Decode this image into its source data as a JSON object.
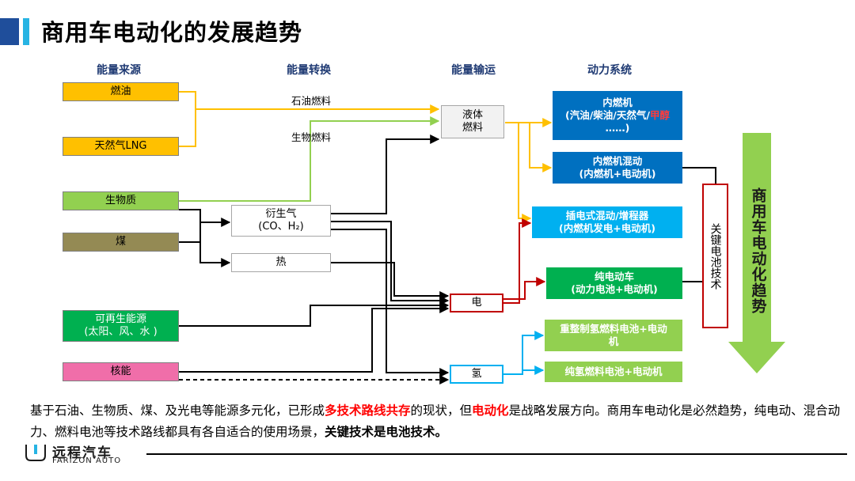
{
  "header": {
    "title": "商用车电动化的发展趋势"
  },
  "columns": [
    "能量来源",
    "能量转换",
    "能量输运",
    "动力系统"
  ],
  "sources": [
    "燃油",
    "天然气LNG",
    "生物质",
    "煤",
    "可再生能源\n(太阳、风、水 )",
    "核能"
  ],
  "conversions": {
    "syngas_line1": "衍生气",
    "syngas_line2": "(CO、H₂)",
    "heat": "热"
  },
  "transport": {
    "liquid_fuel": "液体\n燃料",
    "electric": "电",
    "hydrogen": "氢"
  },
  "labels": {
    "petroleum_fuel": "石油燃料",
    "bio_fuel": "生物燃料"
  },
  "powertrains": {
    "ice_line1": "内燃机",
    "ice_line2": "(汽油/柴油/天然气/",
    "ice_red": "甲醇",
    "ice_tail": "……)",
    "hybrid": "内燃机混动\n(内燃机+电动机)",
    "plugin": "插电式混动/增程器\n(内燃机发电+电动机)",
    "bev": "纯电动车\n(动力电池+电动机)",
    "reformed_fc": "重整制氢燃料电池+电动\n机",
    "pure_h2_fc": "纯氢燃料电池+电动机"
  },
  "key_tech": "关键电池技术",
  "trend_arrow": "商用车电动化趋势",
  "summary": {
    "p1": "基于石油、生物质、煤、及光电等能源多元化，已形成",
    "r1": "多技术路线共存",
    "p2": "的现状，但",
    "r2": "电动化",
    "p3": "是战略发展方向。商用车电动化是必然趋势，纯电动、混合动力、燃料电池等技术路线都具有各自适合的使用场景，",
    "b1": "关键技术是电池技术。"
  },
  "logo": {
    "name": "远程汽车",
    "sub": "FARIZON AUTO"
  },
  "colors": {
    "accent_blue": "#1f4e9b",
    "accent_cyan": "#27b4e3",
    "red": "#c00000",
    "gold": "#ffc000",
    "green": "#92d050",
    "arrow_green": "#92d050"
  }
}
